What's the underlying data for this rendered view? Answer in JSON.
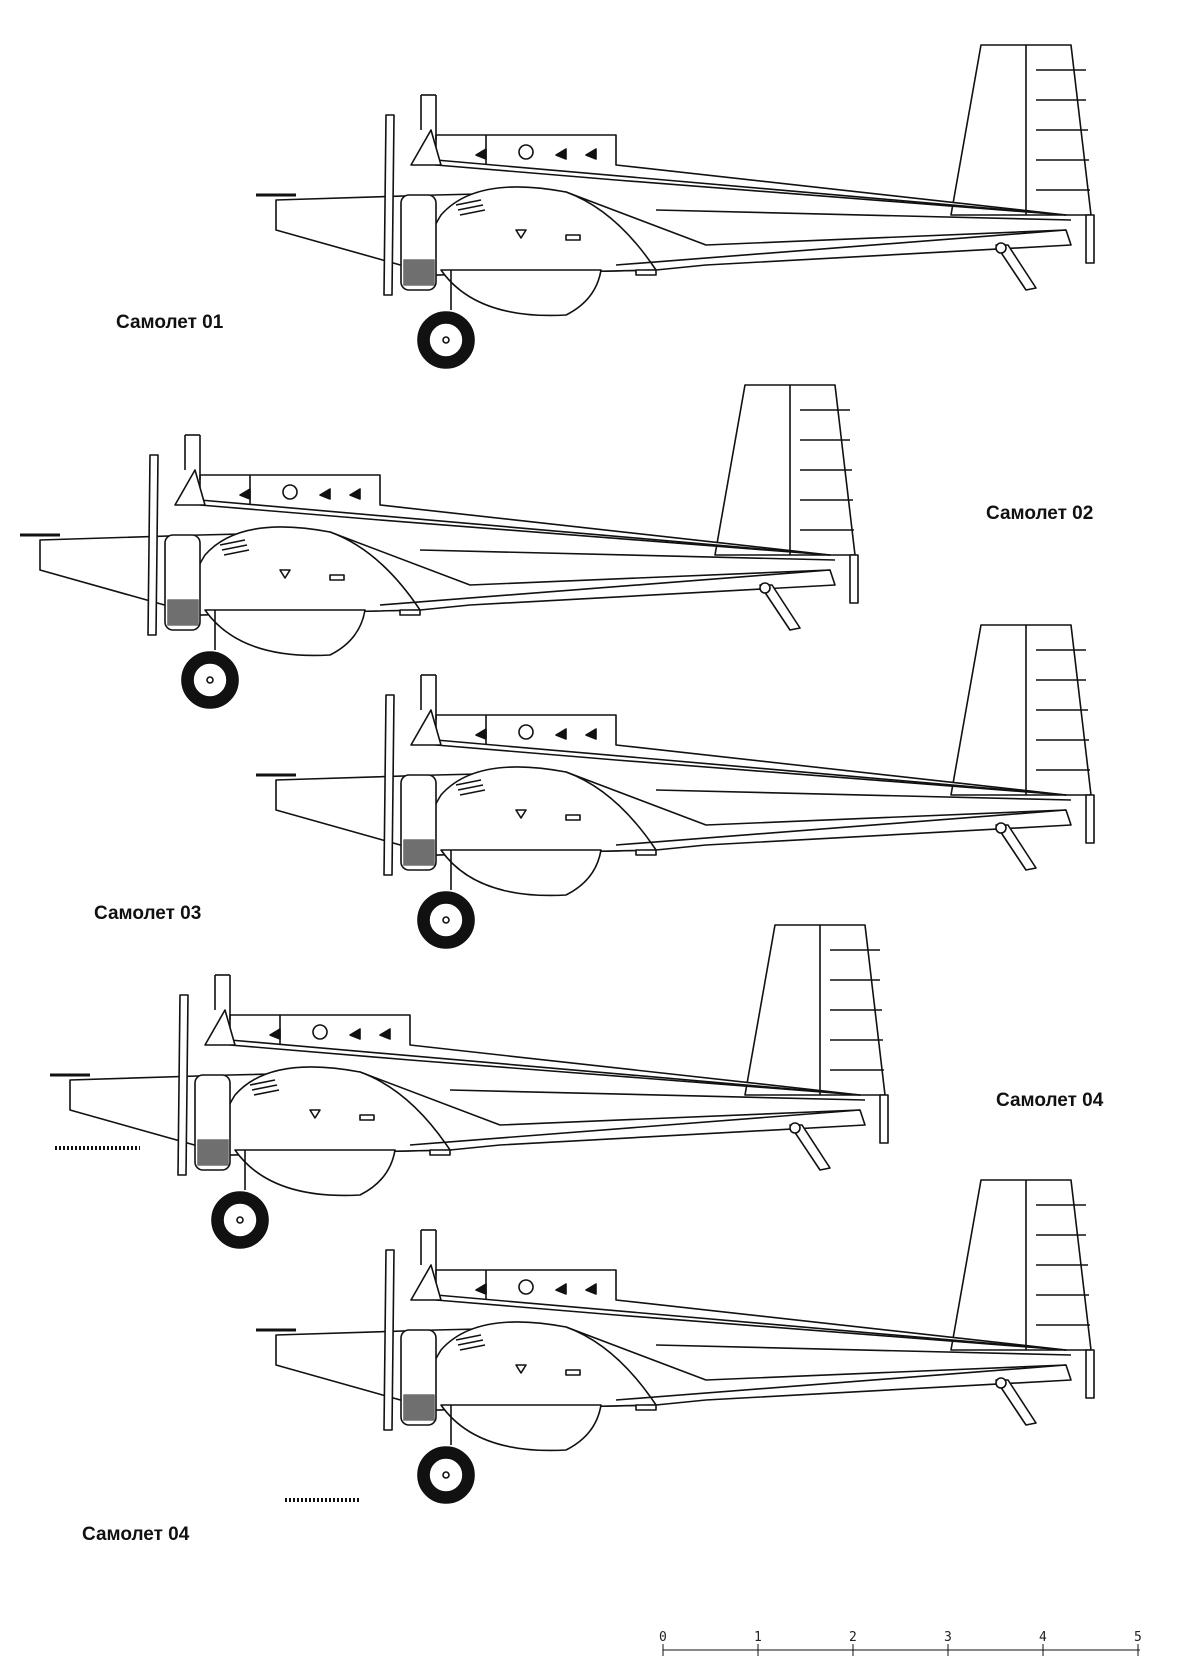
{
  "labels": {
    "plane1": "Самолет 01",
    "plane2": "Самолет 02",
    "plane3": "Самолет 03",
    "plane4": "Самолет 04",
    "plane5": "Самолет 04"
  },
  "scale_bar": {
    "ticks": [
      "0",
      "1",
      "2",
      "3",
      "4",
      "5"
    ]
  },
  "colors": {
    "ink": "#111111",
    "paper": "#ffffff"
  }
}
